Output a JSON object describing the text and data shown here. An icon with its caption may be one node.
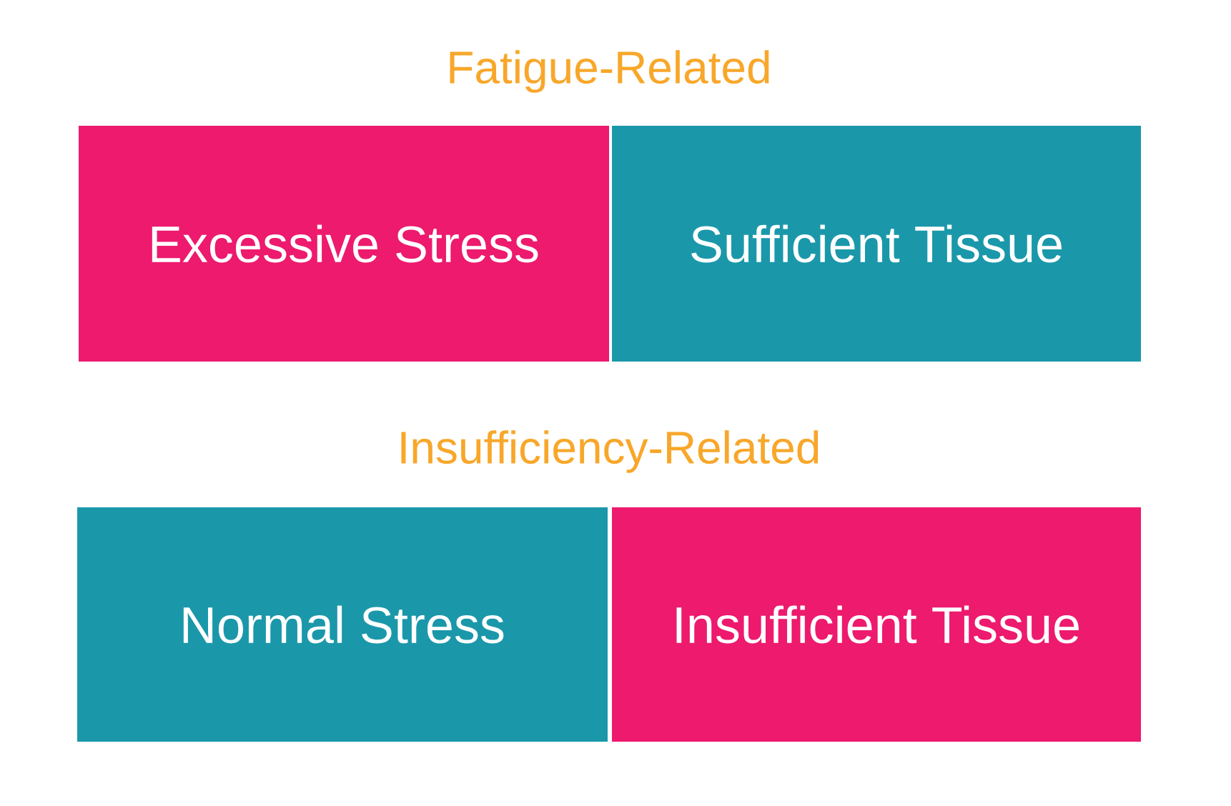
{
  "diagram": {
    "nodes": [
      {
        "text": [
          "Excessive Stress"
        ]
      },
      {
        "text": [
          "Sufficient Tissue"
        ]
      },
      {
        "text": [
          "Normal Stress"
        ]
      },
      {
        "text": [
          "Insufficient Tissue"
        ]
      }
    ],
    "labels": [
      "Fatigue-Related",
      "Insufficiency-Related"
    ]
  }
}
